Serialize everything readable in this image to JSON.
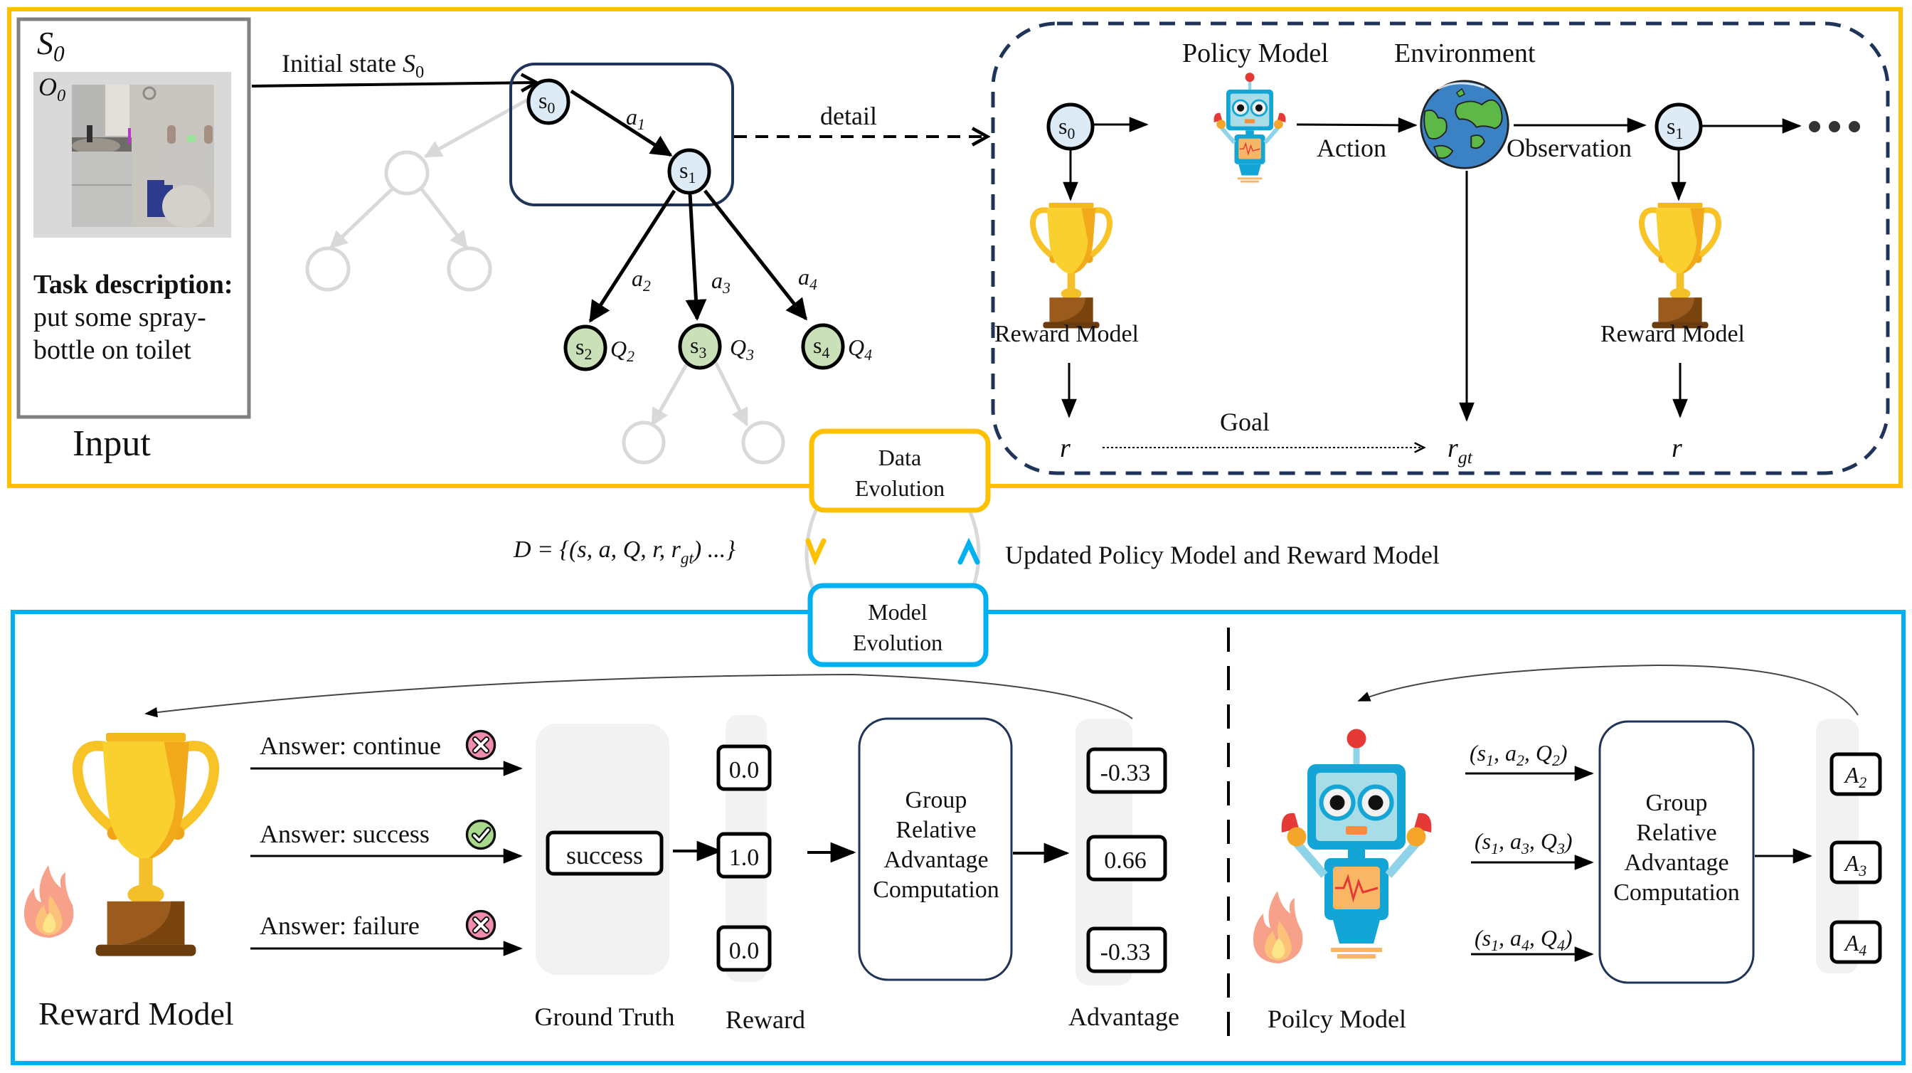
{
  "colors": {
    "data_frame": "#FFC000",
    "model_frame": "#00B0F0",
    "detail_frame": "#1F3458",
    "state_node_fill": "#DDEBF7",
    "leaf_node_fill": "#C9E0B8",
    "faded": "#D9D9D9",
    "panel_gray": "#F2F2F2",
    "wrong_icon": "#F08CB0",
    "right_icon": "#A9D98A"
  },
  "input": {
    "state_label": "S",
    "state_sub": "0",
    "obs_label": "O",
    "obs_sub": "0",
    "task_heading": "Task description:",
    "task_line1": "put some spray-",
    "task_line2": "bottle on toilet",
    "caption": "Input"
  },
  "tree": {
    "initial_label": "Initial state ",
    "initial_var": "S",
    "initial_sub": "0",
    "detail_label": "detail",
    "nodes": [
      {
        "id": "s0",
        "label": "s",
        "sub": "0"
      },
      {
        "id": "s1",
        "label": "s",
        "sub": "1"
      },
      {
        "id": "s2",
        "label": "s",
        "sub": "2",
        "q": "Q",
        "q_sub": "2"
      },
      {
        "id": "s3",
        "label": "s",
        "sub": "3",
        "q": "Q",
        "q_sub": "3"
      },
      {
        "id": "s4",
        "label": "s",
        "sub": "4",
        "q": "Q",
        "q_sub": "4"
      }
    ],
    "actions": [
      {
        "label": "a",
        "sub": "1"
      },
      {
        "label": "a",
        "sub": "2"
      },
      {
        "label": "a",
        "sub": "3"
      },
      {
        "label": "a",
        "sub": "4"
      }
    ]
  },
  "detail": {
    "policy_model": "Policy Model",
    "environment": "Environment",
    "action": "Action",
    "observation": "Observation",
    "reward_model_left": "Reward Model",
    "reward_model_right": "Reward Model",
    "goal": "Goal",
    "s0": {
      "label": "s",
      "sub": "0"
    },
    "s1": {
      "label": "s",
      "sub": "1"
    },
    "r_left": "r",
    "r_gt": "r",
    "r_gt_sub": "gt",
    "r_right": "r"
  },
  "evolution": {
    "data_evolution_line1": "Data",
    "data_evolution_line2": "Evolution",
    "model_evolution_line1": "Model",
    "model_evolution_line2": "Evolution",
    "dataset_formula": "D = {(s, a, Q, r, r",
    "dataset_formula_sub": "gt",
    "dataset_formula_end": ") ...}",
    "update_text": "Updated Policy Model and Reward Model"
  },
  "reward_training": {
    "answers": [
      {
        "text": "Answer: continue",
        "icon": "x-circle-icon",
        "correct": false
      },
      {
        "text": "Answer: success",
        "icon": "check-circle-icon",
        "correct": true
      },
      {
        "text": "Answer: failure",
        "icon": "x-circle-icon",
        "correct": false
      }
    ],
    "ground_truth_value": "success",
    "rewards": [
      "0.0",
      "1.0",
      "0.0"
    ],
    "grac_lines": [
      "Group",
      "Relative",
      "Advantage",
      "Computation"
    ],
    "advantages": [
      "-0.33",
      "0.66",
      "-0.33"
    ],
    "labels": {
      "reward_model": "Reward Model",
      "ground_truth": "Ground Truth",
      "reward": "Reward",
      "advantage": "Advantage"
    }
  },
  "policy_training": {
    "tuples": [
      {
        "a": "a",
        "a_sub": "2",
        "q": "Q",
        "q_sub": "2"
      },
      {
        "a": "a",
        "a_sub": "3",
        "q": "Q",
        "q_sub": "3"
      },
      {
        "a": "a",
        "a_sub": "4",
        "q": "Q",
        "q_sub": "4"
      }
    ],
    "tuple_state": "s",
    "tuple_state_sub": "1",
    "grac_lines": [
      "Group",
      "Relative",
      "Advantage",
      "Computation"
    ],
    "advantages": [
      {
        "label": "A",
        "sub": "2"
      },
      {
        "label": "A",
        "sub": "3"
      },
      {
        "label": "A",
        "sub": "4"
      }
    ],
    "caption": "Poilcy Model"
  }
}
